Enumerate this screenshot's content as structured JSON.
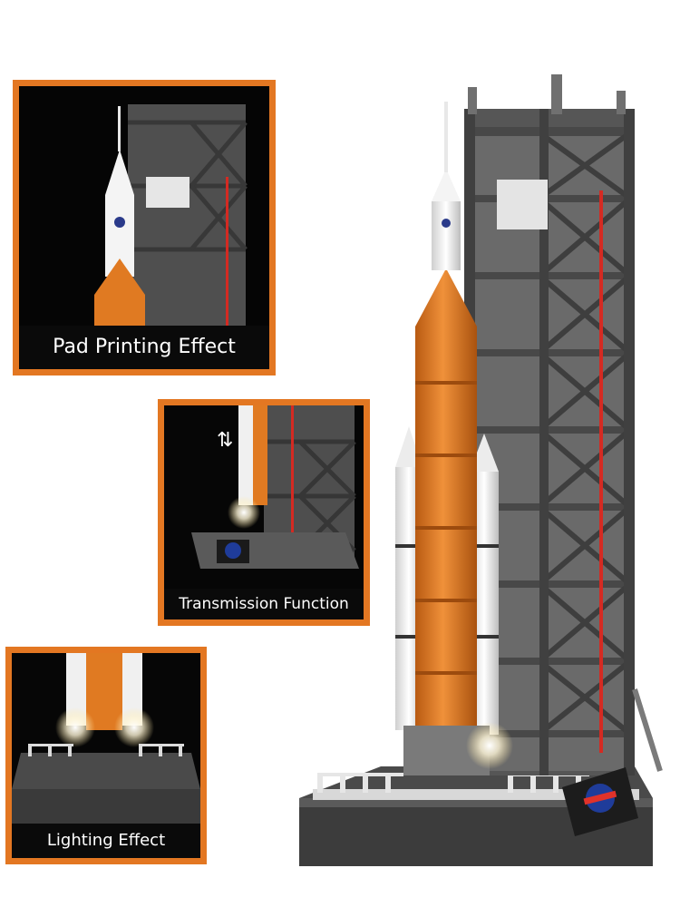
{
  "panels": {
    "pad_printing": {
      "caption": "Pad Printing Effect"
    },
    "transmission": {
      "caption": "Transmission Function"
    },
    "lighting": {
      "caption": "Lighting Effect"
    }
  },
  "colors": {
    "panel_border": "#e37722",
    "panel_background": "#0a0a0a",
    "tower_gray": "#5b5b5b",
    "rocket_orange": "#e07a22",
    "rocket_white": "#f4f4f4",
    "accent_red": "#d42a22"
  }
}
